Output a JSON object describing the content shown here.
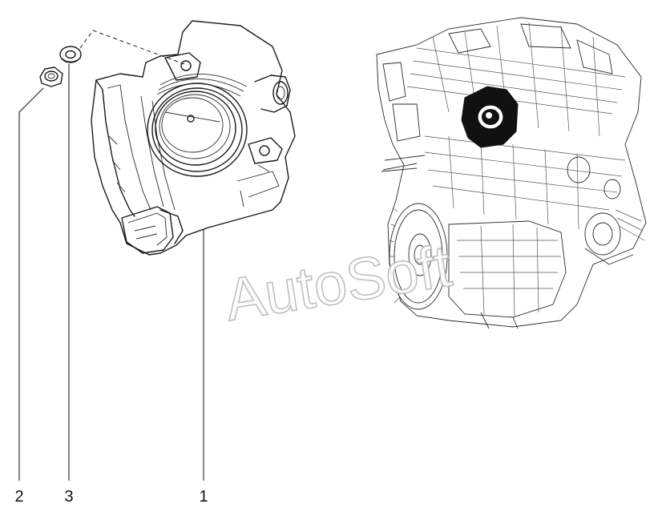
{
  "watermark": {
    "text": "AutoSoft"
  },
  "callouts": [
    {
      "id": "1",
      "label": "1"
    },
    {
      "id": "2",
      "label": "2"
    },
    {
      "id": "3",
      "label": "3"
    }
  ],
  "colors": {
    "line": "#1a1a1a",
    "background": "#ffffff",
    "highlight": "#111111",
    "watermark_outline": "#b9b9b9"
  }
}
